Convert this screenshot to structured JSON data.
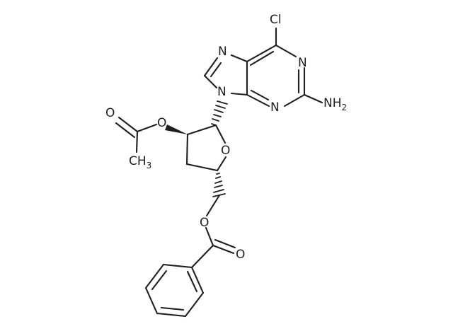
{
  "molecule": {
    "atom_labels": {
      "cl": "Cl",
      "n7": "N",
      "n1": "N",
      "n3": "N",
      "n9": "N",
      "amino_n": "N",
      "amino_h": "H",
      "amino_sub": "2",
      "ring_o": "O",
      "acetyl_ester_o": "O",
      "acetyl_carbonyl_o": "O",
      "methyl_c": "C",
      "methyl_h": "H",
      "methyl_sub": "3",
      "benzoyl_ester_o": "O",
      "benzoyl_carbonyl_o": "O"
    }
  }
}
